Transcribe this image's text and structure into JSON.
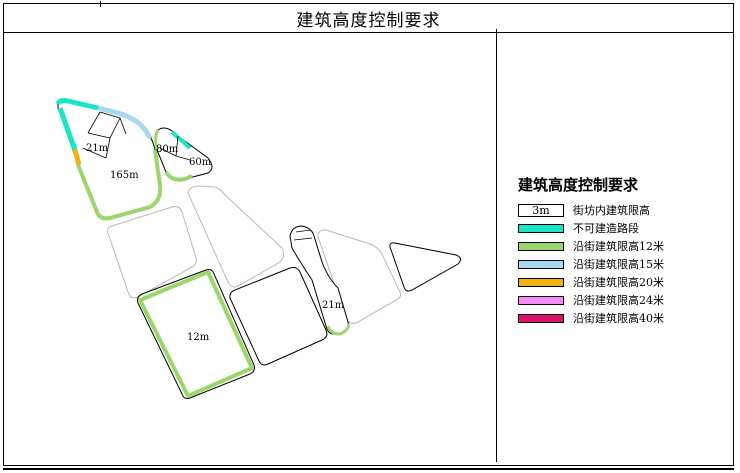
{
  "title": "建筑高度控制要求",
  "map": {
    "labels": {
      "block_a_small": "21m",
      "block_a_main": "165m",
      "block_b_left": "80m",
      "block_b_right": "60m",
      "block_south": "12m",
      "block_narrow": "21m"
    }
  },
  "legend": {
    "title": "建筑高度控制要求",
    "items": [
      {
        "swatch_text": "3m",
        "label": "街坊内建筑限高",
        "color": "#ffffff",
        "type": "box"
      },
      {
        "swatch_text": "",
        "label": "不可建造路段",
        "color": "#19e6c2",
        "type": "bar"
      },
      {
        "swatch_text": "",
        "label": "沿街建筑限高12米",
        "color": "#9bd66a",
        "type": "bar"
      },
      {
        "swatch_text": "",
        "label": "沿街建筑限高15米",
        "color": "#a7d8f2",
        "type": "bar"
      },
      {
        "swatch_text": "",
        "label": "沿街建筑限高20米",
        "color": "#f2b10f",
        "type": "bar"
      },
      {
        "swatch_text": "",
        "label": "沿街建筑限高24米",
        "color": "#f38cf2",
        "type": "bar"
      },
      {
        "swatch_text": "",
        "label": "沿街建筑限高40米",
        "color": "#d9126a",
        "type": "bar"
      }
    ]
  }
}
